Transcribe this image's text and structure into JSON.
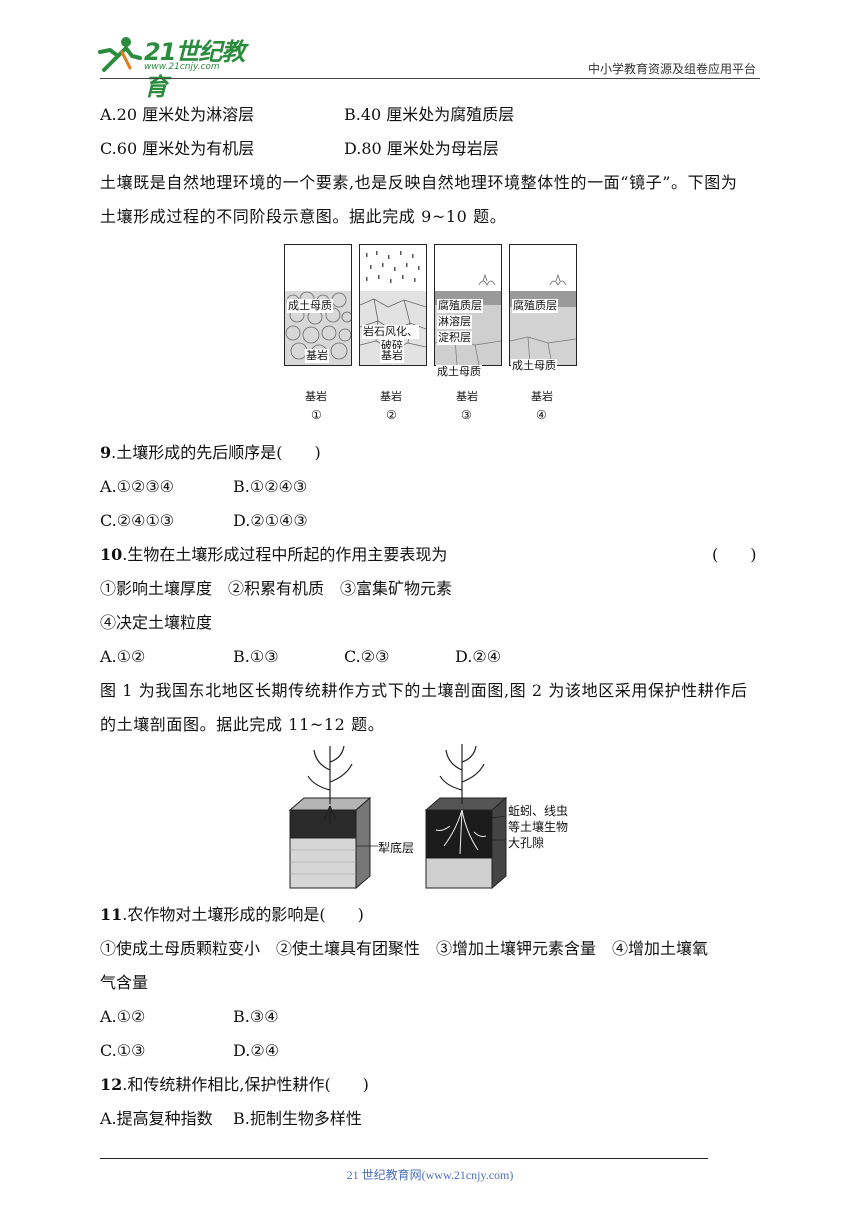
{
  "header": {
    "logo_text": "21世纪教育",
    "logo_url": "www.21cnjy.com",
    "platform": "中小学教育资源及组卷应用平台"
  },
  "prev_options": {
    "A": "A.20 厘米处为淋溶层",
    "B": "B.40 厘米处为腐殖质层",
    "C": "C.60 厘米处为有机层",
    "D": "D.80 厘米处为母岩层"
  },
  "intro1": {
    "line1": "土壤既是自然地理环境的一个要素,也是反映自然地理环境整体性的一面“镜子”。下图为",
    "line2": "土壤形成过程的不同阶段示意图。据此完成 9~10 题。"
  },
  "figure1": {
    "columns": [
      {
        "num": "①",
        "bedrock": "基岩",
        "labels": [
          "成土母质"
        ]
      },
      {
        "num": "②",
        "bedrock": "基岩",
        "labels": [
          "岩石风化、",
          "破碎"
        ]
      },
      {
        "num": "③",
        "bedrock": "基岩",
        "labels": [
          "腐殖质层",
          "淋溶层",
          "淀积层",
          "成土母质"
        ]
      },
      {
        "num": "④",
        "bedrock": "基岩",
        "labels": [
          "腐殖质层",
          "成土母质"
        ]
      }
    ]
  },
  "q9": {
    "num": "9",
    "stem": ".土壤形成的先后顺序是(　　)",
    "A": "A.①②③④",
    "B": "B.①②④③",
    "C": "C.②④①③",
    "D": "D.②①④③"
  },
  "q10": {
    "num": "10",
    "stem": ".生物在土壤形成过程中所起的作用主要表现为",
    "paren": "(　　)",
    "items1": "①影响土壤厚度　②积累有机质　③富集矿物元素",
    "items2": "④决定土壤粒度",
    "A": "A.①②",
    "B": "B.①③",
    "C": "C.②③",
    "D": "D.②④"
  },
  "intro2": {
    "line1": "图 1 为我国东北地区长期传统耕作方式下的土壤剖面图,图 2 为该地区采用保护性耕作后",
    "line2": "的土壤剖面图。据此完成 11~12 题。"
  },
  "figure2": {
    "label_plow": "犁底层",
    "label_bio1": "蚯蚓、线虫",
    "label_bio2": "等土壤生物",
    "label_pores": "大孔隙"
  },
  "q11": {
    "num": "11",
    "stem": ".农作物对土壤形成的影响是(　　)",
    "items1": "①使成土母质颗粒变小　②使土壤具有团聚性　③增加土壤钾元素含量　④增加土壤氧",
    "items2": "气含量",
    "A": "A.①②",
    "B": "B.③④",
    "C": "C.①③",
    "D": "D.②④"
  },
  "q12": {
    "num": "12",
    "stem": ".和传统耕作相比,保护性耕作(　　)",
    "A": "A.提高复种指数",
    "B": "B.扼制生物多样性"
  },
  "footer": "21 世纪教育网(www.21cnjy.com)"
}
